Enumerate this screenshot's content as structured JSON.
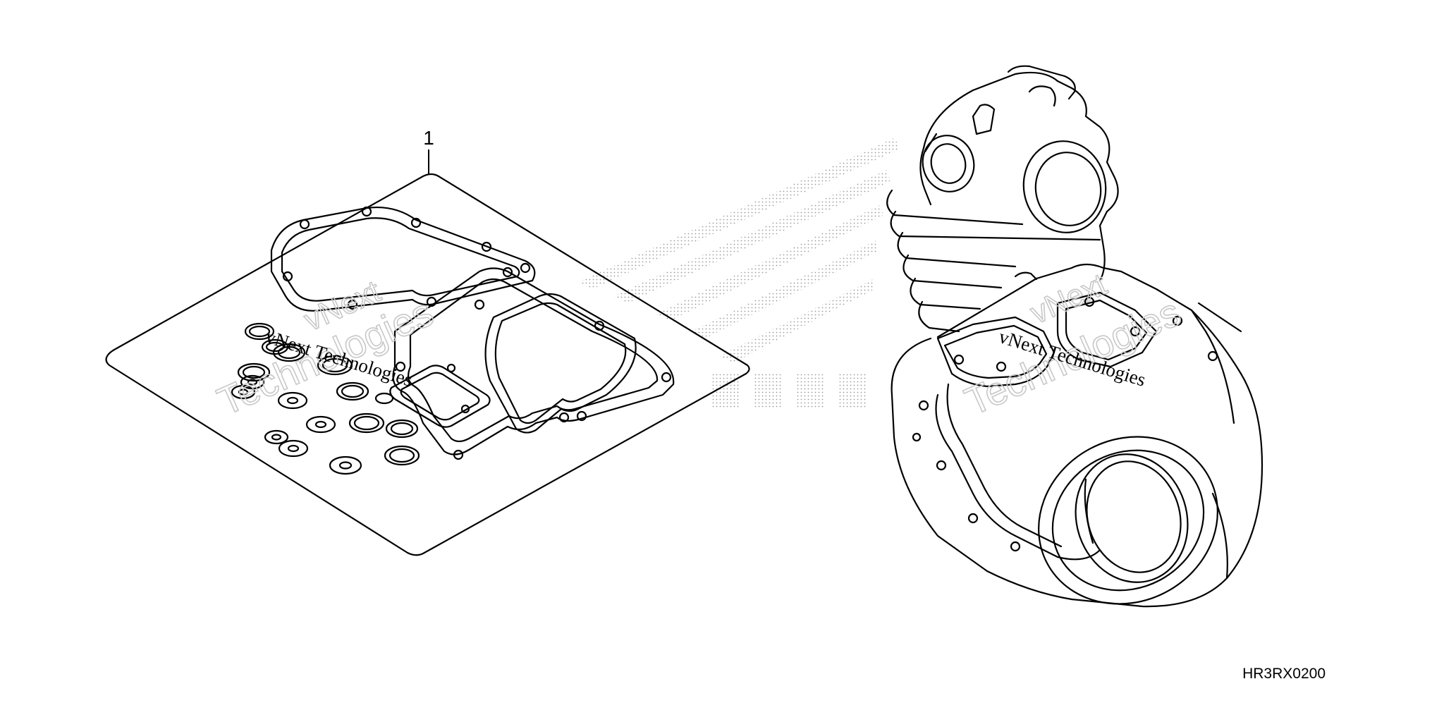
{
  "callout": {
    "part_number": "1"
  },
  "diagram_code": "HR3RX0200",
  "watermark": {
    "line1": "vNext",
    "line2": "Technologies",
    "full": "vNext Technologies"
  },
  "colors": {
    "line": "#000000",
    "background": "#ffffff",
    "watermark": "#c8c8c8"
  }
}
